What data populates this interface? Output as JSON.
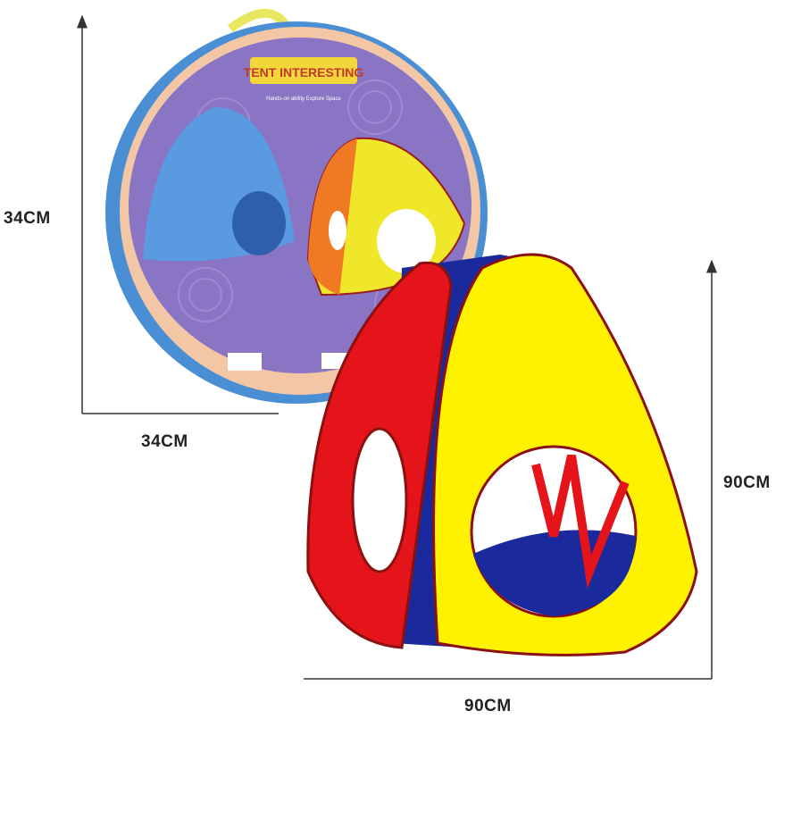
{
  "package": {
    "logo_text": "TENT INTERESTING",
    "subtitle": "Hands-on ability Explore Space",
    "height_label": "34CM",
    "width_label": "34CM"
  },
  "tent": {
    "height_label": "90CM",
    "width_label": "90CM"
  },
  "colors": {
    "red": "#e4141a",
    "yellow": "#fff200",
    "blue": "#1a2a9c",
    "purple": "#8a74c4",
    "package_rim": "#4a8fd4"
  }
}
